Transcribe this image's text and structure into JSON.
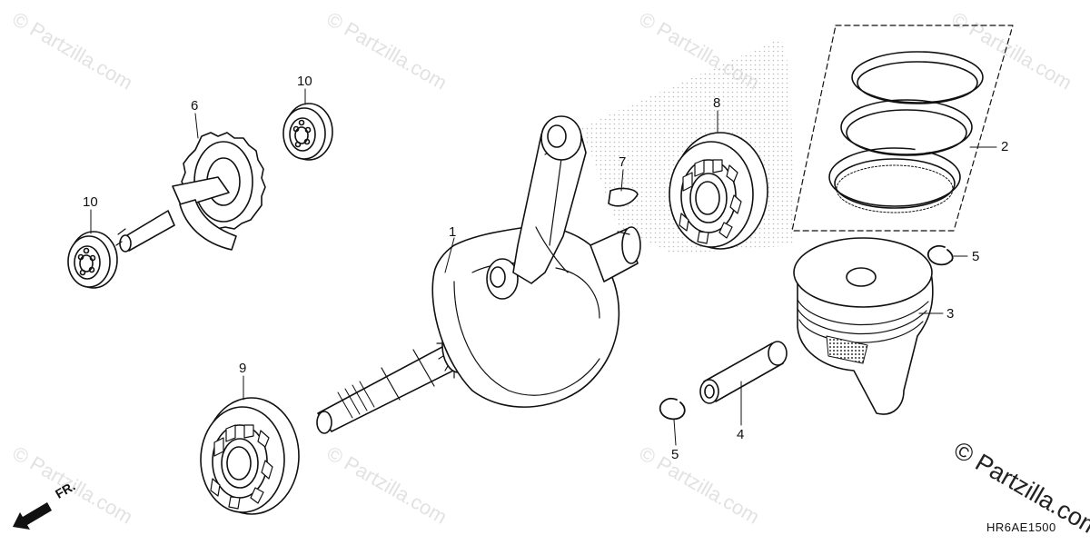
{
  "watermark": "© Partzilla.com",
  "brand_mark": "© Partzilla.com",
  "diagram_code": "HR6AE1500",
  "direction_marker": "FR.",
  "callouts": [
    "1",
    "2",
    "3",
    "4",
    "5",
    "5",
    "6",
    "7",
    "8",
    "9",
    "10",
    "10"
  ],
  "colors": {
    "line": "#111111",
    "watermark": "#e2e2e2",
    "stipple": "#c8c8c8"
  },
  "icons": {
    "direction": "front-arrow-icon"
  }
}
